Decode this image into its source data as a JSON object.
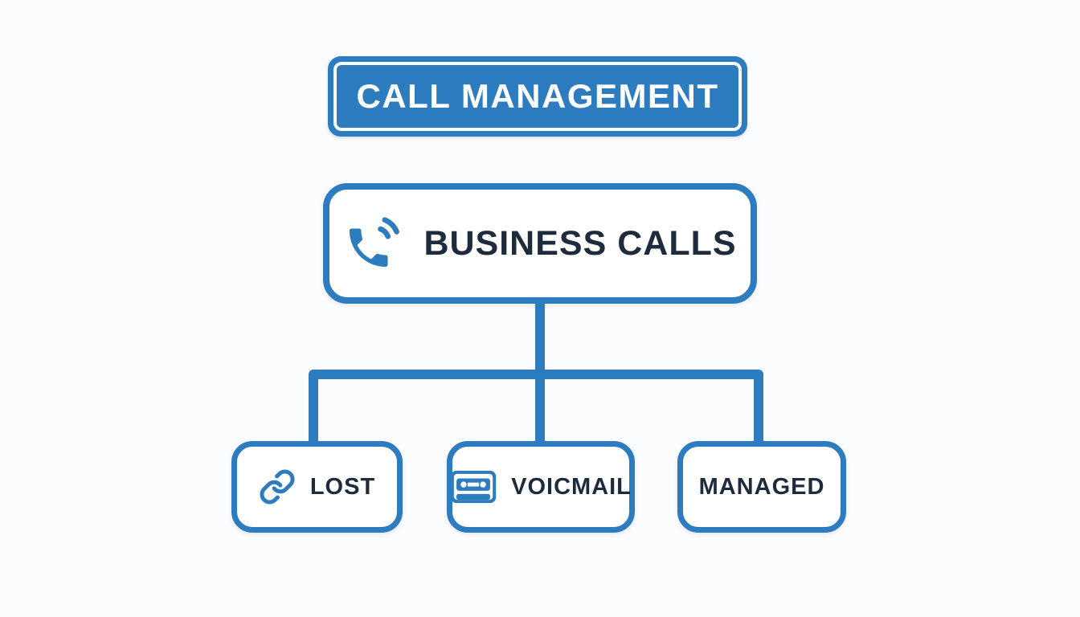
{
  "diagram": {
    "title": "CALL MANAGEMENT",
    "root": {
      "label": "BUSINESS CALLS",
      "icon": "phone-icon"
    },
    "children": [
      {
        "label": "LOST",
        "icon": "link-icon"
      },
      {
        "label": "VOICMAIL",
        "icon": "cassette-icon"
      },
      {
        "label": "MANAGED",
        "icon": "none"
      }
    ],
    "colors": {
      "accent_blue": "#2e7cc0",
      "node_fill": "#ffffff",
      "title_fill": "#2e7cc0",
      "title_text": "#ffffff",
      "label_text": "#1e2b3c",
      "background": "#fbfcfe"
    }
  }
}
